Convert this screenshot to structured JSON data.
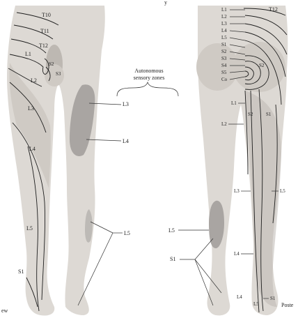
{
  "header": {
    "top_text_fragment": "y"
  },
  "footer": {
    "left_fragment": "ew",
    "right_fragment": "Poste"
  },
  "annotation": {
    "line1": "Autonomous",
    "line2": "sensory zones"
  },
  "anterior": {
    "dermatomes": [
      {
        "id": "t10",
        "label": "T10"
      },
      {
        "id": "t11",
        "label": "T11"
      },
      {
        "id": "t12",
        "label": "T12"
      },
      {
        "id": "l1",
        "label": "L1"
      },
      {
        "id": "s2",
        "label": "S2"
      },
      {
        "id": "s3",
        "label": "S3"
      },
      {
        "id": "l2",
        "label": "L2"
      },
      {
        "id": "l3",
        "label": "L3"
      },
      {
        "id": "l4",
        "label": "L4"
      },
      {
        "id": "l5",
        "label": "L5"
      },
      {
        "id": "s1",
        "label": "S1"
      }
    ],
    "callouts": [
      {
        "id": "l3-zone",
        "label": "L3"
      },
      {
        "id": "l4-zone",
        "label": "L4"
      },
      {
        "id": "l5-zone",
        "label": "L5"
      }
    ]
  },
  "posterior": {
    "spine_labels": [
      {
        "id": "l1",
        "label": "L1"
      },
      {
        "id": "l2",
        "label": "L2"
      },
      {
        "id": "l3",
        "label": "L3"
      },
      {
        "id": "l4",
        "label": "L4"
      },
      {
        "id": "l5",
        "label": "L5"
      },
      {
        "id": "s1",
        "label": "S1"
      },
      {
        "id": "s2",
        "label": "S2"
      },
      {
        "id": "s3",
        "label": "S3"
      },
      {
        "id": "s4",
        "label": "S4"
      },
      {
        "id": "s5",
        "label": "S5"
      },
      {
        "id": "co",
        "label": "Co"
      }
    ],
    "t12": "T12",
    "buttock_s2": "S2",
    "thigh_labels": [
      {
        "id": "l1-thigh",
        "label": "L1"
      },
      {
        "id": "s2-thigh",
        "label": "S2"
      },
      {
        "id": "s1-thigh",
        "label": "S1"
      },
      {
        "id": "l2-thigh",
        "label": "L2"
      },
      {
        "id": "l3-leg",
        "label": "L3"
      },
      {
        "id": "l5-leg",
        "label": "L5"
      },
      {
        "id": "l4-leg",
        "label": "L4"
      },
      {
        "id": "l5-zone",
        "label": "L5"
      },
      {
        "id": "s1-zone",
        "label": "S1"
      },
      {
        "id": "l4-foot",
        "label": "L4"
      },
      {
        "id": "l5-foot",
        "label": "L5"
      },
      {
        "id": "s1-foot",
        "label": "S1"
      }
    ]
  },
  "colors": {
    "background": "#ffffff",
    "skin": "#ddd9d4",
    "autonomous_zone": "#a9a5a2",
    "line": "#1c1c1c"
  }
}
